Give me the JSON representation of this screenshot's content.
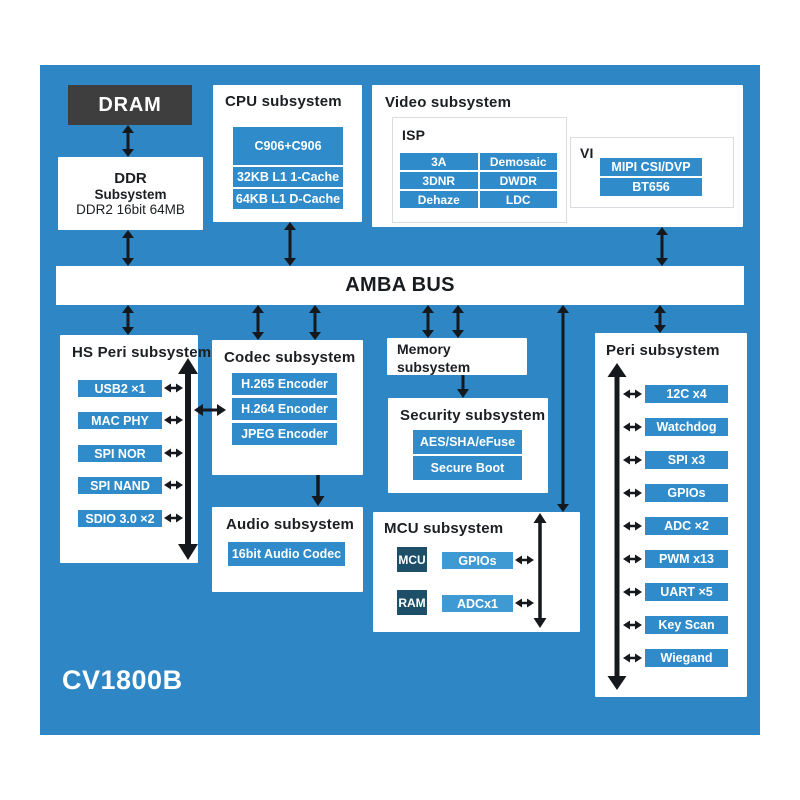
{
  "diagram": {
    "chip_label": "CV1800B",
    "bus": {
      "label": "AMBA BUS"
    },
    "dram": {
      "label": "DRAM"
    },
    "ddr": {
      "line1": "DDR",
      "line2": "Subsystem",
      "line3": "DDR2 16bit 64MB"
    },
    "cpu": {
      "title": "CPU subsystem",
      "core": "C906+C906",
      "caches": [
        "32KB L1 1-Cache",
        "64KB L1 D-Cache"
      ]
    },
    "video": {
      "title": "Video subsystem",
      "isp": {
        "title": "ISP",
        "cells": [
          "3A",
          "Demosaic",
          "3DNR",
          "DWDR",
          "Dehaze",
          "LDC"
        ]
      },
      "vi": {
        "title": "VI",
        "items": [
          "MIPI CSI/DVP",
          "BT656"
        ]
      }
    },
    "hs_peri": {
      "title": "HS Peri subsystem",
      "items": [
        "USB2 ×1",
        "MAC PHY",
        "SPI NOR",
        "SPI NAND",
        "SDIO 3.0 ×2"
      ]
    },
    "codec": {
      "title": "Codec subsystem",
      "items": [
        "H.265 Encoder",
        "H.264 Encoder",
        "JPEG Encoder"
      ]
    },
    "audio": {
      "title": "Audio subsystem",
      "item": "16bit Audio Codec"
    },
    "memory": {
      "title_line1": "Memory",
      "title_line2": "subsystem"
    },
    "security": {
      "title": "Security subsystem",
      "items": [
        "AES/SHA/eFuse",
        "Secure Boot"
      ]
    },
    "mcu": {
      "title": "MCU subsystem",
      "blocks": [
        "MCU",
        "RAM"
      ],
      "items": [
        "GPIOs",
        "ADCx1"
      ]
    },
    "peri": {
      "title": "Peri subsystem",
      "items": [
        "12C x4",
        "Watchdog",
        "SPI x3",
        "GPIOs",
        "ADC ×2",
        "PWM x13",
        "UART ×5",
        "Key Scan",
        "Wiegand"
      ]
    }
  },
  "colors": {
    "panel_blue": "#2e86c4",
    "bar_blue": "#2f8bca",
    "bar_light_blue": "#3f9ad4",
    "dark_navy_block": "#1d5068",
    "dram_gray": "#3e3e3e",
    "arrow_black": "#15181c",
    "box_white": "#ffffff"
  }
}
